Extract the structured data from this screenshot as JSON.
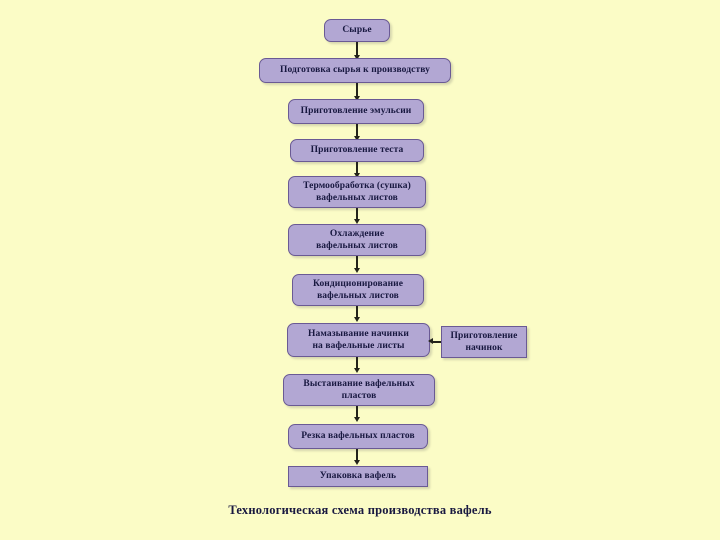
{
  "diagram": {
    "type": "flowchart",
    "orientation": "top-to-bottom",
    "caption": "Технологическая схема производства вафель",
    "background_color": "#fbfcc6",
    "node_fill_color": "#b2a7d3",
    "node_border_color": "#6a5a94",
    "node_text_color": "#181840",
    "connector_color": "#23231a",
    "nodes": [
      {
        "id": "n1",
        "label": "Сырье",
        "lines": [
          "Сырье"
        ],
        "shape": "rounded-rect"
      },
      {
        "id": "n2",
        "label": "Подготовка сырья к производству",
        "lines": [
          "Подготовка сырья к производству"
        ],
        "shape": "rounded-rect"
      },
      {
        "id": "n3",
        "label": "Приготовление эмульсии",
        "lines": [
          "Приготовление эмульсии"
        ],
        "shape": "rounded-rect"
      },
      {
        "id": "n4",
        "label": "Приготовление теста",
        "lines": [
          "Приготовление теста"
        ],
        "shape": "rounded-rect"
      },
      {
        "id": "n5",
        "label": "Термообработка (сушка) вафельных листов",
        "lines": [
          "Термообработка (сушка)",
          "вафельных листов"
        ],
        "shape": "rounded-rect"
      },
      {
        "id": "n6",
        "label": "Охлаждение вафельных листов",
        "lines": [
          "Охлаждение",
          "вафельных листов"
        ],
        "shape": "rounded-rect"
      },
      {
        "id": "n7",
        "label": "Кондиционирование вафельных листов",
        "lines": [
          "Кондиционирование",
          "вафельных листов"
        ],
        "shape": "rounded-rect"
      },
      {
        "id": "n8",
        "label": "Намазывание начинки на вафельные листы",
        "lines": [
          "Намазывание начинки",
          "на вафельные листы"
        ],
        "shape": "rounded-rect"
      },
      {
        "id": "n9",
        "label": "Выстаивание вафельных пластов",
        "lines": [
          "Выстаивание   вафельных",
          "пластов"
        ],
        "shape": "rounded-rect"
      },
      {
        "id": "n10",
        "label": "Резка вафельных пластов",
        "lines": [
          "Резка вафельных пластов"
        ],
        "shape": "rounded-rect"
      },
      {
        "id": "n11",
        "label": "Упаковка вафель",
        "lines": [
          "Упаковка вафель"
        ],
        "shape": "rect"
      },
      {
        "id": "n12",
        "label": "Приготовление начинок",
        "lines": [
          "Приготовление",
          "начинок"
        ],
        "shape": "rect"
      }
    ],
    "edges": [
      {
        "from": "n1",
        "to": "n2",
        "direction": "down"
      },
      {
        "from": "n2",
        "to": "n3",
        "direction": "down"
      },
      {
        "from": "n3",
        "to": "n4",
        "direction": "down"
      },
      {
        "from": "n4",
        "to": "n5",
        "direction": "down"
      },
      {
        "from": "n5",
        "to": "n6",
        "direction": "down"
      },
      {
        "from": "n6",
        "to": "n7",
        "direction": "down"
      },
      {
        "from": "n7",
        "to": "n8",
        "direction": "down"
      },
      {
        "from": "n12",
        "to": "n8",
        "direction": "left"
      },
      {
        "from": "n8",
        "to": "n9",
        "direction": "down"
      },
      {
        "from": "n9",
        "to": "n10",
        "direction": "down"
      },
      {
        "from": "n10",
        "to": "n11",
        "direction": "down"
      }
    ]
  }
}
